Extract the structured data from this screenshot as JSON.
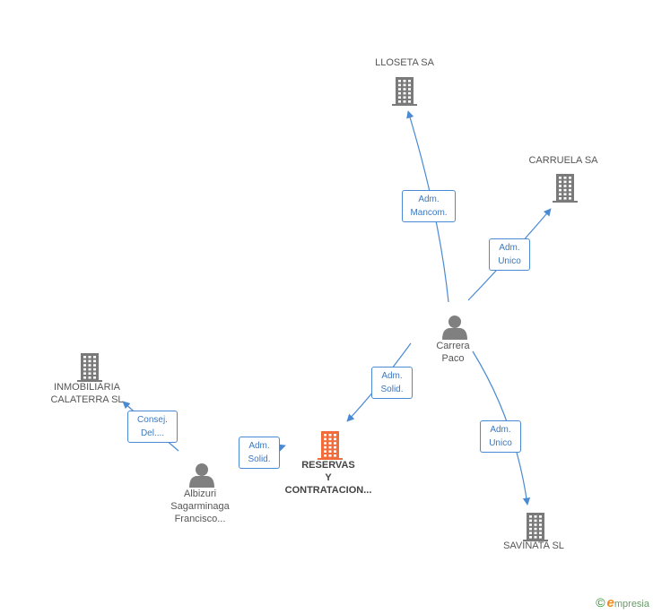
{
  "colors": {
    "edge": "#4a8ad4",
    "company_icon": "#7a7a7a",
    "main_company_icon": "#f26b3a",
    "person_icon": "#808080"
  },
  "nodes": [
    {
      "id": "lloseta",
      "type": "company",
      "label": "LLOSETA SA"
    },
    {
      "id": "carruela",
      "type": "company",
      "label": "CARRUELA SA"
    },
    {
      "id": "carrera",
      "type": "person",
      "label": "Carrera Paco"
    },
    {
      "id": "inmobiliaria",
      "type": "company",
      "label": "INMOBILIARIA CALATERRA SL"
    },
    {
      "id": "reservas",
      "type": "main-company",
      "label": "RESERVAS Y CONTRATACION..."
    },
    {
      "id": "albizuri",
      "type": "person",
      "label": "Albizuri Sagarminaga Francisco..."
    },
    {
      "id": "savinata",
      "type": "company",
      "label": "SAVINATA SL"
    }
  ],
  "edges": [
    {
      "id": "e1",
      "from": "carrera",
      "to": "lloseta",
      "label": "Adm. Mancom."
    },
    {
      "id": "e2",
      "from": "carrera",
      "to": "carruela",
      "label": "Adm. Unico"
    },
    {
      "id": "e3",
      "from": "carrera",
      "to": "reservas",
      "label": "Adm. Solid."
    },
    {
      "id": "e4",
      "from": "carrera",
      "to": "savinata",
      "label": "Adm. Unico"
    },
    {
      "id": "e5",
      "from": "albizuri",
      "to": "inmobiliaria",
      "label": "Consej. Del...."
    },
    {
      "id": "e6",
      "from": "albizuri",
      "to": "reservas",
      "label": "Adm. Solid."
    }
  ],
  "brand": {
    "copyright_symbol": "©",
    "logo_first_letter": "e",
    "logo_rest": "mpresia"
  }
}
